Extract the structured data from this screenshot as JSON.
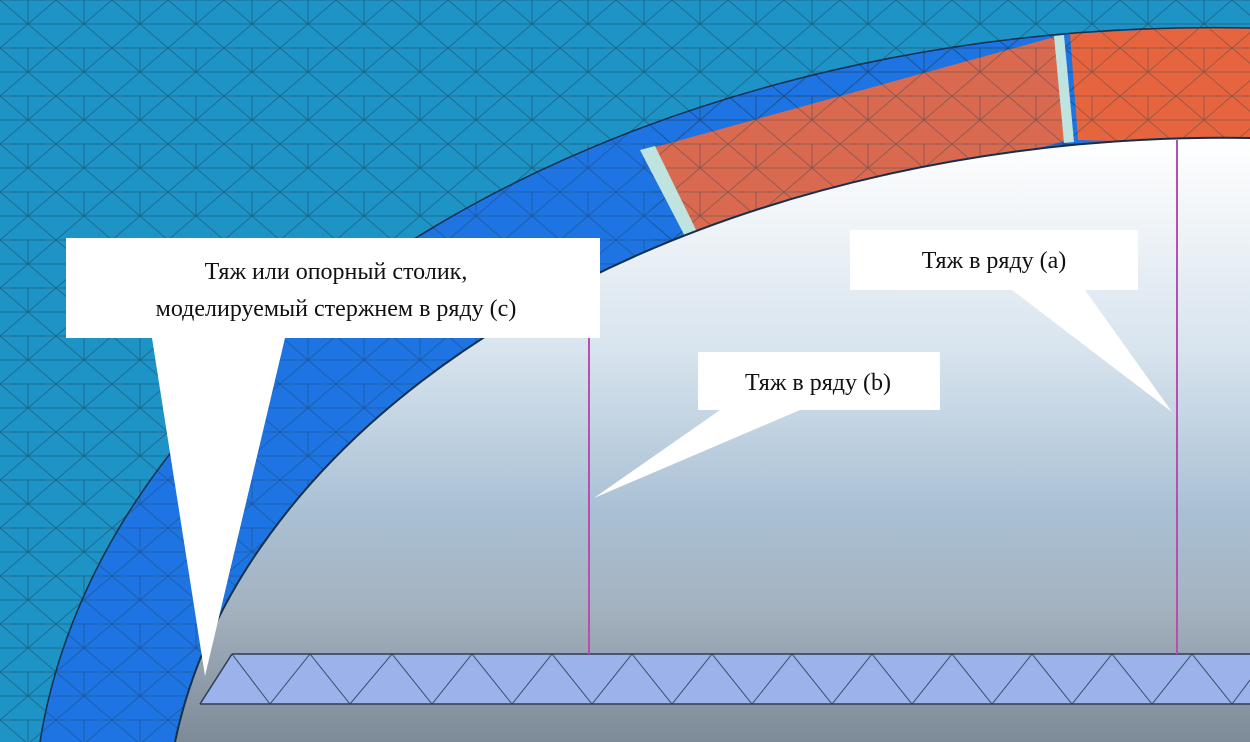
{
  "callouts": {
    "c_line1": "Тяж или опорный столик,",
    "c_line2": "моделируемый стержнем в ряду (c)",
    "a": "Тяж в ряду (a)",
    "b": "Тяж в ряду (b)"
  },
  "colors": {
    "outer_mesh": "#1d93c6",
    "blue_ring": "#1d74e2",
    "orange_ring": "#d9694f",
    "orange_ring_right": "#e6653e",
    "gap_band": "#bfe3df",
    "beam": "#9bb3ea",
    "rod": "#b84fb0",
    "callout_bg": "#ffffff"
  }
}
